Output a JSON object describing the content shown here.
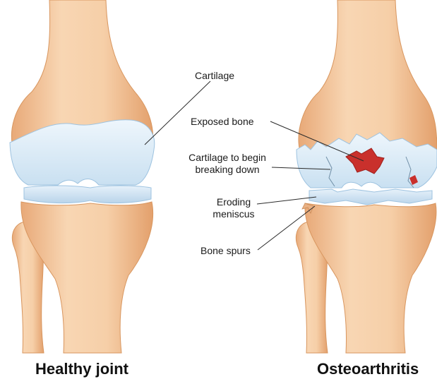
{
  "labels": {
    "cartilage": "Cartilage",
    "exposed_bone": "Exposed bone",
    "cartilage_breaking_line1": "Cartilage to begin",
    "cartilage_breaking_line2": "breaking down",
    "eroding_line1": "Eroding",
    "eroding_line2": "meniscus",
    "bone_spurs": "Bone spurs"
  },
  "captions": {
    "healthy": "Healthy joint",
    "osteoarthritis": "Osteoarthritis"
  },
  "colors": {
    "bone": "#f3c9a0",
    "bone_shade": "#e8ad7a",
    "cartilage": "#dcecf7",
    "meniscus": "#cfe2f1",
    "lesion": "#c9302c",
    "leader_line": "#2a2a2a"
  }
}
